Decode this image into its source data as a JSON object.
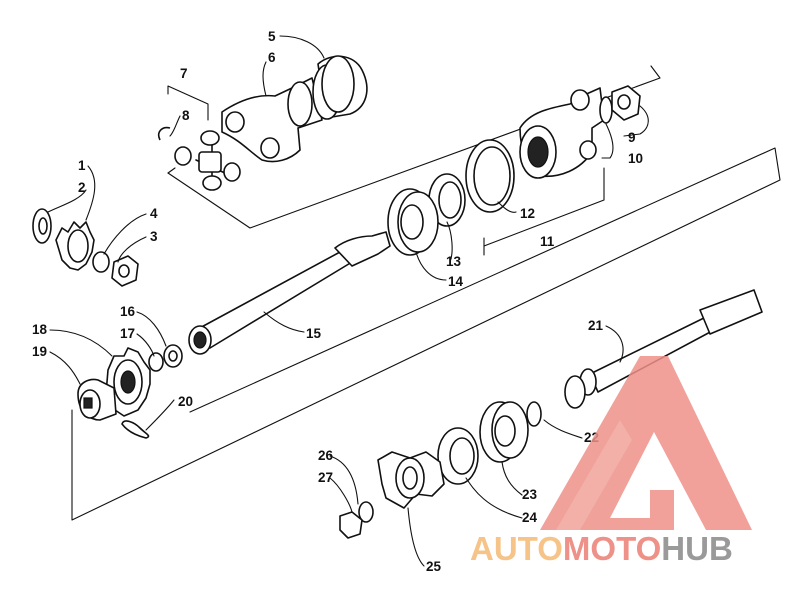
{
  "parts": [
    {
      "id": "p1",
      "label": "1"
    },
    {
      "id": "p2",
      "label": "2"
    },
    {
      "id": "p3",
      "label": "3"
    },
    {
      "id": "p4",
      "label": "4"
    },
    {
      "id": "p5",
      "label": "5"
    },
    {
      "id": "p6",
      "label": "6"
    },
    {
      "id": "p7",
      "label": "7"
    },
    {
      "id": "p8",
      "label": "8"
    },
    {
      "id": "p9",
      "label": "9"
    },
    {
      "id": "p10",
      "label": "10"
    },
    {
      "id": "p11",
      "label": "11"
    },
    {
      "id": "p12",
      "label": "12"
    },
    {
      "id": "p13",
      "label": "13"
    },
    {
      "id": "p14",
      "label": "14"
    },
    {
      "id": "p15",
      "label": "15"
    },
    {
      "id": "p16",
      "label": "16"
    },
    {
      "id": "p17",
      "label": "17"
    },
    {
      "id": "p18",
      "label": "18"
    },
    {
      "id": "p19",
      "label": "19"
    },
    {
      "id": "p20",
      "label": "20"
    },
    {
      "id": "p21",
      "label": "21"
    },
    {
      "id": "p22",
      "label": "22"
    },
    {
      "id": "p23",
      "label": "23"
    },
    {
      "id": "p24",
      "label": "24"
    },
    {
      "id": "p25",
      "label": "25"
    },
    {
      "id": "p26",
      "label": "26"
    },
    {
      "id": "p27",
      "label": "27"
    }
  ],
  "watermark": {
    "part1": "AUTO",
    "part2": "MOTO",
    "part3": "HUB",
    "color1": "#f6c488",
    "color2": "#ee9188",
    "color3": "#9a9a9a"
  }
}
